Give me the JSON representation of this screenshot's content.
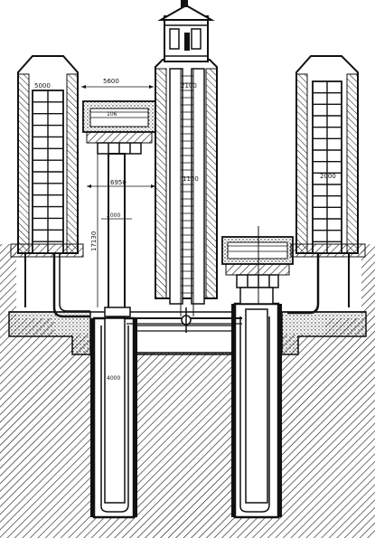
{
  "figure": {
    "style": "black ink technical section drawing on white",
    "ink_color": "#111111",
    "paper_color": "#ffffff"
  },
  "dimensions": {
    "left_tank_diameter": "5000",
    "top_span": "5600",
    "tower_width": "2100",
    "top_small": "106",
    "shaft_span": "6950",
    "tower_mid": "1100",
    "inner_span": "2000",
    "shaft_height": "17130",
    "right_tank_diameter": "2000",
    "well_diameter": "4000"
  }
}
